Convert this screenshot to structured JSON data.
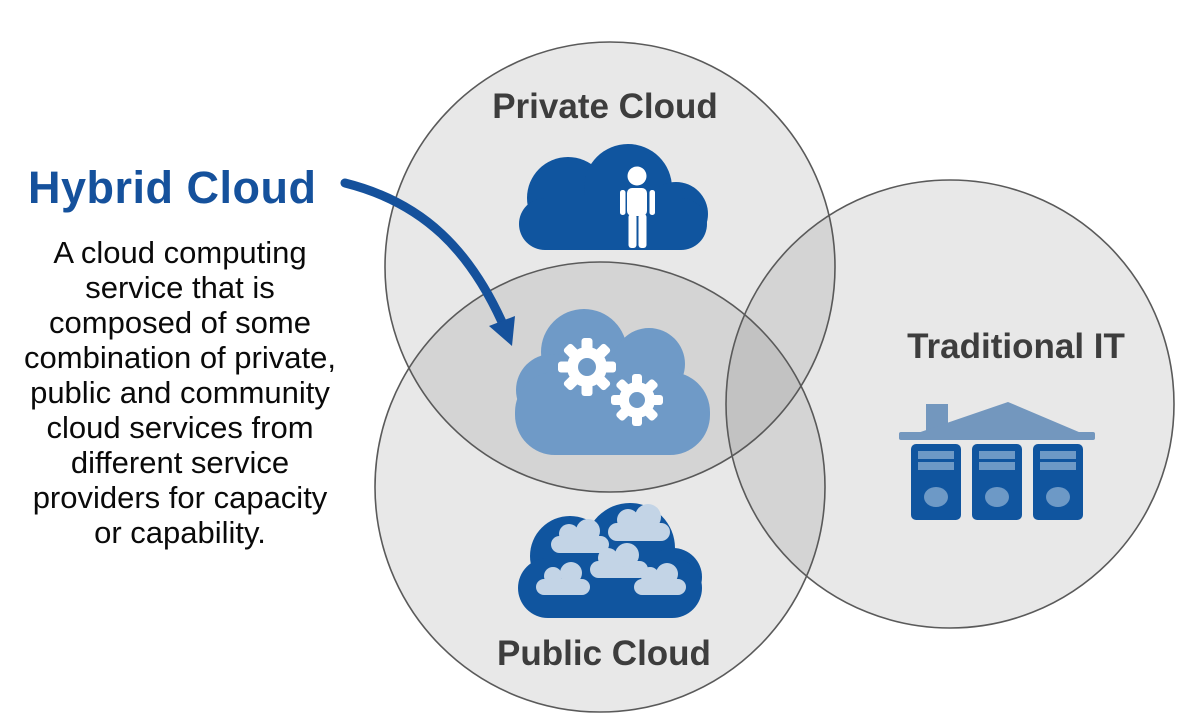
{
  "diagram": {
    "title": "Hybrid Cloud",
    "description_lines": {
      "0": "A cloud computing",
      "1": "service that is",
      "2": "composed of some",
      "3": "combination of private,",
      "4": "public and community",
      "5": "cloud services from",
      "6": "different service",
      "7": "providers for capacity",
      "8": "or capability."
    },
    "circles": {
      "private": {
        "label": "Private Cloud"
      },
      "public": {
        "label": "Public Cloud"
      },
      "traditional": {
        "label": "Traditional IT"
      }
    },
    "icons": {
      "private": "cloud-with-person-icon",
      "hybrid": "cloud-with-gears-icon",
      "public": "cloud-of-clouds-icon",
      "traditional": "roofed-server-racks-icon",
      "pointer": "curved-arrow-icon"
    },
    "colors": {
      "title_blue": "#15519c",
      "arrow_blue": "#15519c",
      "icon_dark_blue": "#10559f",
      "icon_steel_blue": "#6f9ac7",
      "icon_light_blue": "#c3d4e6",
      "roof_blue": "#7397be",
      "circle_fill_single": "#e8e8e7",
      "circle_fill_overlap": "#d8d7d6",
      "circle_stroke": "#5a5a5a",
      "label_gray": "#3d3d3d"
    }
  }
}
